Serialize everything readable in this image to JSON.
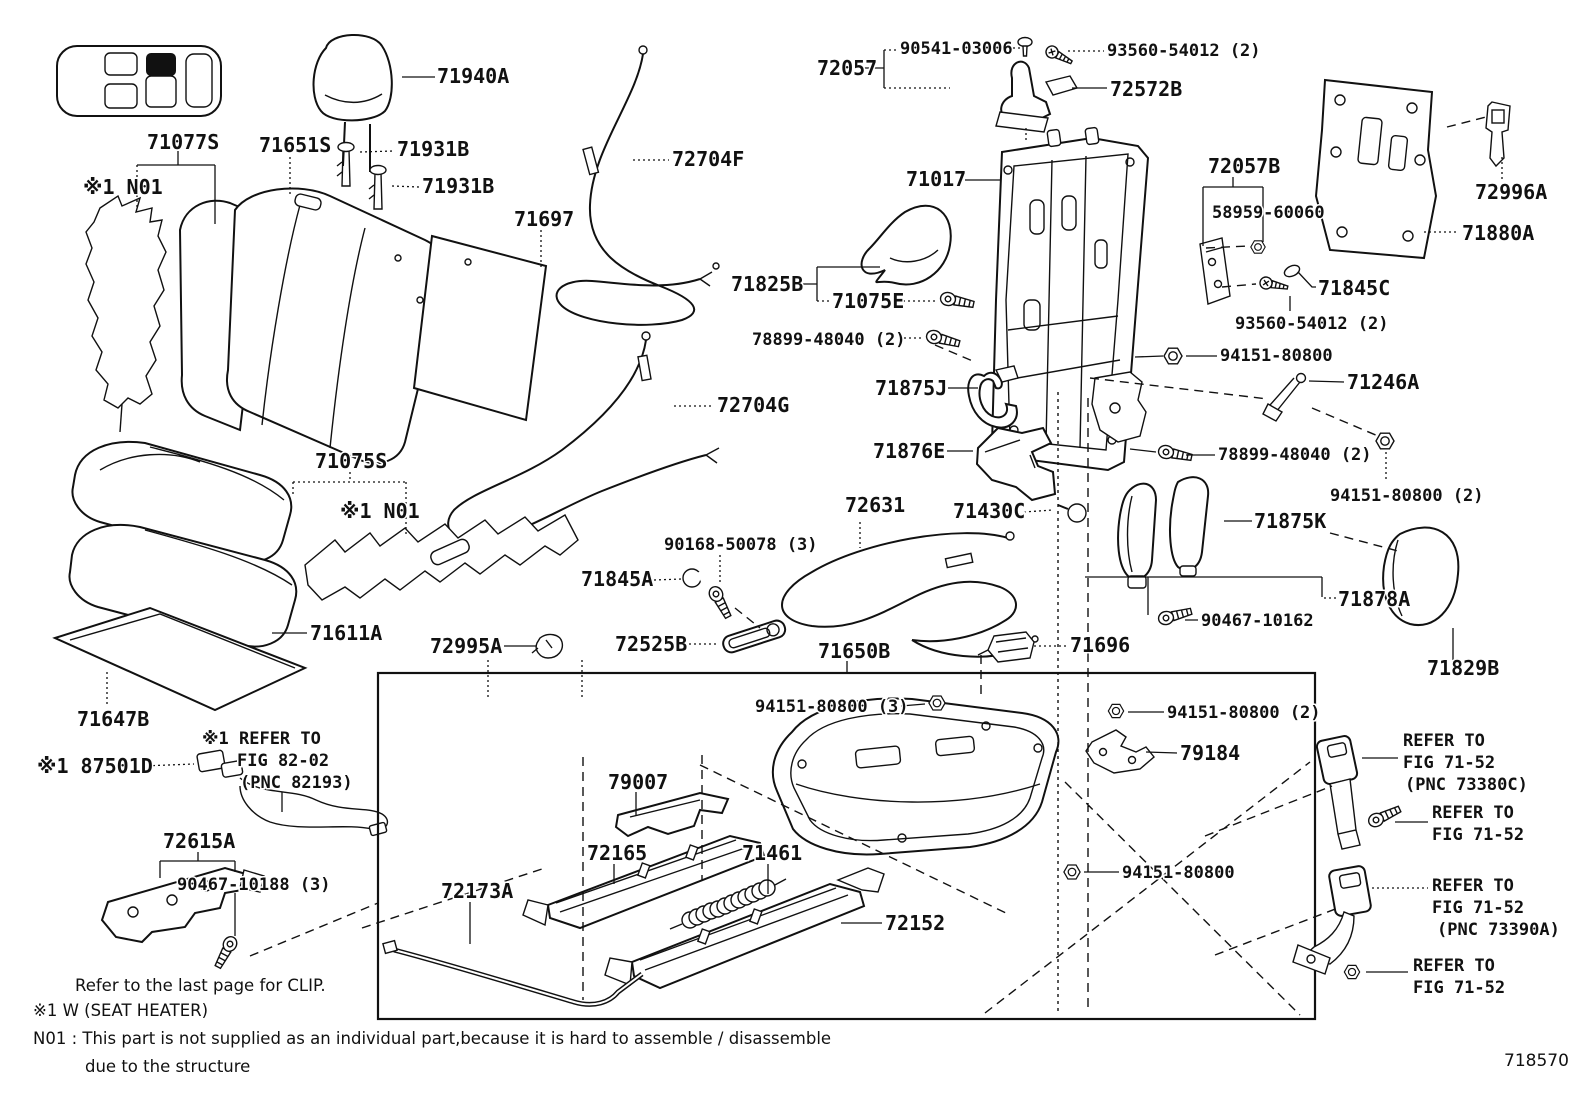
{
  "labels": {
    "p71940A": "71940A",
    "p71077S": "71077S",
    "n01_a": "※1 N01",
    "p71651S": "71651S",
    "p71931B_a": "71931B",
    "p71931B_b": "71931B",
    "p71697": "71697",
    "p72704F": "72704F",
    "p72057": "72057",
    "p90541_03006": "90541-03006",
    "p93560_54012_a": "93560-54012 (2)",
    "p72572B": "72572B",
    "p71017": "71017",
    "p72057B": "72057B",
    "p58959_60060": "58959-60060",
    "p72996A": "72996A",
    "p71880A": "71880A",
    "p71825B": "71825B",
    "p71075E": "71075E",
    "p71845C": "71845C",
    "p93560_54012_b": "93560-54012 (2)",
    "p94151_80800_a": "94151-80800",
    "p78899_48040_a": "78899-48040 (2)",
    "p71875J": "71875J",
    "p71246A": "71246A",
    "p72704G": "72704G",
    "p78899_48040_b": "78899-48040 (2)",
    "p71876E": "71876E",
    "p94151_80800_b": "94151-80800 (2)",
    "p71075S": "71075S",
    "n01_b": "※1 N01",
    "p72631": "72631",
    "p71430C": "71430C",
    "p71875K": "71875K",
    "p90168_50078": "90168-50078 (3)",
    "p71845A": "71845A",
    "p71878A": "71878A",
    "p90467_10162": "90467-10162",
    "p71611A": "71611A",
    "p72995A": "72995A",
    "p72525B": "72525B",
    "p71650B": "71650B",
    "p71696": "71696",
    "p71829B": "71829B",
    "p71647B": "71647B",
    "p87501D": "※1 87501D",
    "p72615A": "72615A",
    "p90467_10188": "90467-10188 (3)",
    "p79007": "79007",
    "p72165": "72165",
    "p71461": "71461",
    "p72173A": "72173A",
    "p72152": "72152",
    "p94151_80800_c": "94151-80800 (3)",
    "p94151_80800_d": "94151-80800 (2)",
    "p79184": "79184",
    "p94151_80800_e": "94151-80800"
  },
  "notes": {
    "fig8202_1": "※1 REFER TO",
    "fig8202_2": "FIG 82-02",
    "fig8202_3": "(PNC 82193)",
    "belt1_1": "REFER TO",
    "belt1_2": "FIG 71-52",
    "belt1_3": "(PNC 73380C)",
    "belt2_1": "REFER TO",
    "belt2_2": "FIG 71-52",
    "belt3_1": "REFER TO",
    "belt3_2": "FIG 71-52",
    "belt3_3": "(PNC 73390A)",
    "belt4_1": "REFER TO",
    "belt4_2": "FIG 71-52",
    "clip": "Refer to the last page for CLIP.",
    "heater": "※1 W (SEAT HEATER)",
    "n01_line1": "N01 : This part is not supplied as an individual part,because it is hard to assemble / disassemble",
    "n01_line2": "due to the structure",
    "figure_code": "718570"
  }
}
